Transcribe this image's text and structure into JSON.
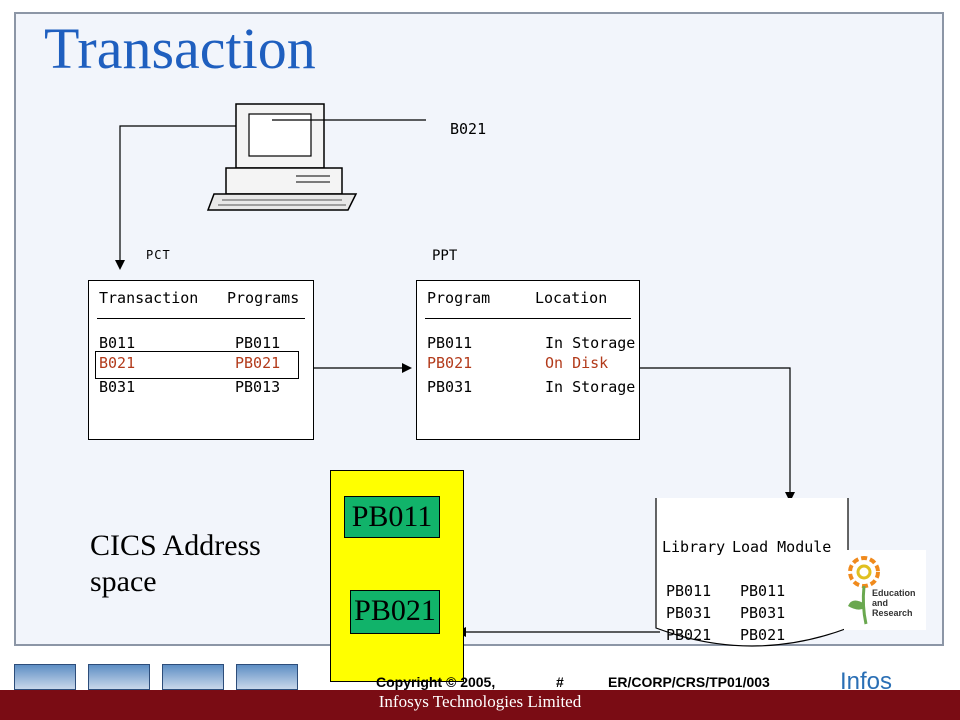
{
  "title": "Transaction",
  "terminal": {
    "input": "B021"
  },
  "pct": {
    "label": "PCT",
    "headers": [
      "Transaction",
      "Programs"
    ],
    "rows": [
      [
        "B011",
        "PB011"
      ],
      [
        "B021",
        "PB021"
      ],
      [
        "B031",
        "PB013"
      ]
    ]
  },
  "ppt": {
    "label": "PPT",
    "headers": [
      "Program",
      "Location"
    ],
    "rows": [
      [
        "PB011",
        "In Storage"
      ],
      [
        "PB021",
        "On Disk"
      ],
      [
        "PB031",
        "In Storage"
      ]
    ]
  },
  "address_space": {
    "label": "CICS Address space",
    "programs": [
      "PB011",
      "PB021"
    ]
  },
  "library": {
    "headers": [
      "Library",
      "Load Module"
    ],
    "rows": [
      [
        "PB011",
        "PB011"
      ],
      [
        "PB031",
        "PB031"
      ],
      [
        "PB021",
        "PB021"
      ]
    ]
  },
  "logo": {
    "text_line1": "Education",
    "text_line2": "and",
    "text_line3": "Research"
  },
  "footer": {
    "company": "Infosys Technologies Limited",
    "copyright": "Copyright © 2005,",
    "page": "#",
    "doc_id": "ER/CORP/CRS/TP01/003",
    "brand_partial": "Infos"
  },
  "colors": {
    "title": "#1f5fbf",
    "highlight": "#b23a1a",
    "yellow": "#ffff00",
    "green": "#11b36a",
    "footer": "#7a0c14"
  }
}
